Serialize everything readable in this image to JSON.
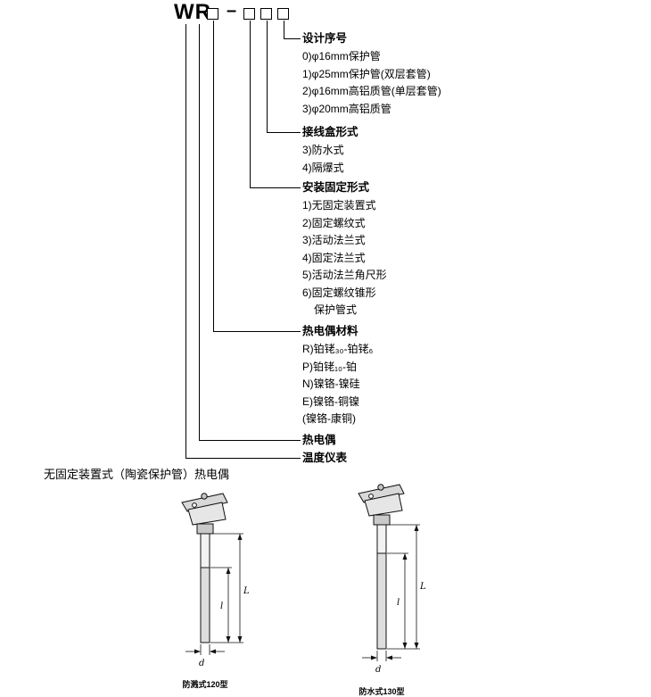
{
  "model_code": {
    "prefix": "WR",
    "dash": "–"
  },
  "tree": {
    "groups": [
      {
        "title": "设计序号",
        "items": [
          "0)φ16mm保护管",
          "1)φ25mm保护管(双层套管)",
          "2)φ16mm高铝质管(单层套管)",
          "3)φ20mm高铝质管"
        ]
      },
      {
        "title": "接线盒形式",
        "items": [
          "3)防水式",
          "4)隔爆式"
        ]
      },
      {
        "title": "安装固定形式",
        "items": [
          "1)无固定装置式",
          "2)固定螺纹式",
          "3)活动法兰式",
          "4)固定法兰式",
          "5)活动法兰角尺形",
          "6)固定螺纹锥形",
          "保护管式"
        ]
      },
      {
        "title": "热电偶材料",
        "items": [
          "R)铂铑₃₀-铂铑₆",
          "P)铂铑₁₀-铂",
          "N)镍铬-镍硅",
          "E)镍铬-铜镍",
          "(镍铬-康铜)"
        ]
      },
      {
        "title": "热电偶",
        "items": []
      },
      {
        "title": "温度仪表",
        "items": []
      }
    ]
  },
  "section_title": "无固定装置式（陶瓷保护管）热电偶",
  "figures": [
    {
      "caption": "防溅式120型",
      "dim_l": "l",
      "dim_L": "L",
      "dim_d": "d"
    },
    {
      "caption": "防水式130型",
      "dim_l": "l",
      "dim_L": "L",
      "dim_d": "d"
    }
  ],
  "colors": {
    "line": "#000000",
    "text": "#000000",
    "background": "#ffffff"
  }
}
